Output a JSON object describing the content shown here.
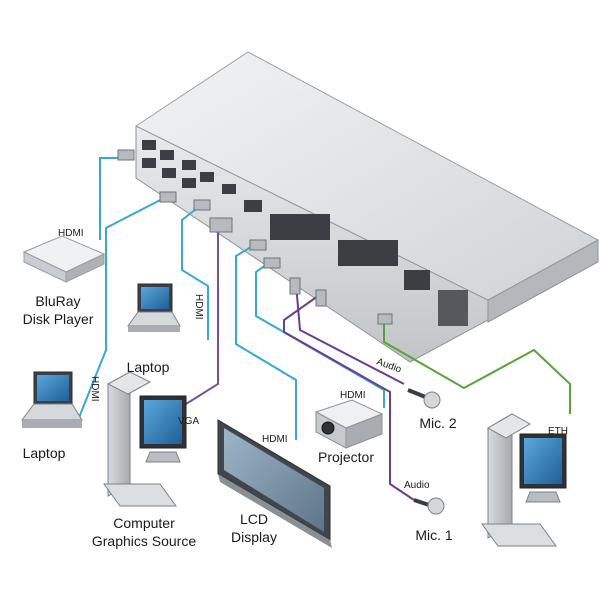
{
  "labels": {
    "bluray": [
      "BluRay",
      "Disk Player"
    ],
    "laptop_left": "Laptop",
    "laptop_mid": "Laptop",
    "computer": [
      "Computer",
      "Graphics Source"
    ],
    "lcd": [
      "LCD",
      "Display"
    ],
    "projector": "Projector",
    "mic1": "Mic. 1",
    "mic2": "Mic. 2"
  },
  "cable_labels": {
    "hdmi_bluray": "HDMI",
    "hdmi_laptop_mid": "HDMI",
    "hdmi_laptop_left": "HDMI",
    "vga": "VGA",
    "hdmi_lcd": "HDMI",
    "hdmi_projector": "HDMI",
    "audio_mic2": "Audio",
    "audio_mic1": "Audio",
    "eth": "ETH"
  },
  "colors": {
    "hdmi_cable": "#36a9d6",
    "vga_cable": "#7b4fa0",
    "audio_cable": "#6a3d8f",
    "eth_cable": "#5aa33a",
    "device_body": "#e6e8ea",
    "device_shadow": "#a9adb1"
  }
}
